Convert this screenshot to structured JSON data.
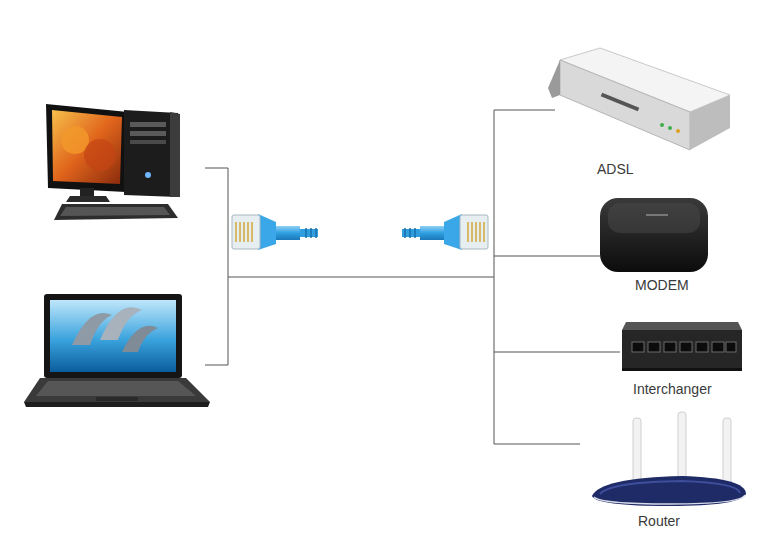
{
  "diagram": {
    "labels": [
      "ADSL",
      "MODEM",
      "Interchanger",
      "Router"
    ]
  }
}
